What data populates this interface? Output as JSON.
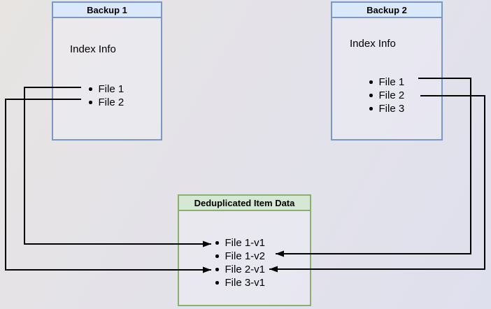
{
  "colors": {
    "blue_fill": "#dae8fc",
    "blue_border": "#7b97c6",
    "green_fill": "#d5e8d4",
    "green_border": "#8ab06f",
    "line_color": "#000000",
    "text_color": "#000000"
  },
  "diagram": {
    "backup1": {
      "title": "Backup 1",
      "label": "Index Info",
      "items": [
        "File 1",
        "File 2"
      ]
    },
    "backup2": {
      "title": "Backup 2",
      "label": "Index Info",
      "items": [
        "File 1",
        "File 2",
        "File 3"
      ]
    },
    "dedup": {
      "title": "Deduplicated Item Data",
      "items": [
        "File 1-v1",
        "File 1-v2",
        "File 2-v1",
        "File 3-v1"
      ]
    },
    "connections": [
      {
        "from": "Backup 1 / File 1",
        "to": "File 1-v1"
      },
      {
        "from": "Backup 1 / File 2",
        "to": "File 2-v1"
      },
      {
        "from": "Backup 2 / File 1",
        "to": "File 1-v2"
      },
      {
        "from": "Backup 2 / File 2",
        "to": "File 2-v1"
      }
    ]
  }
}
